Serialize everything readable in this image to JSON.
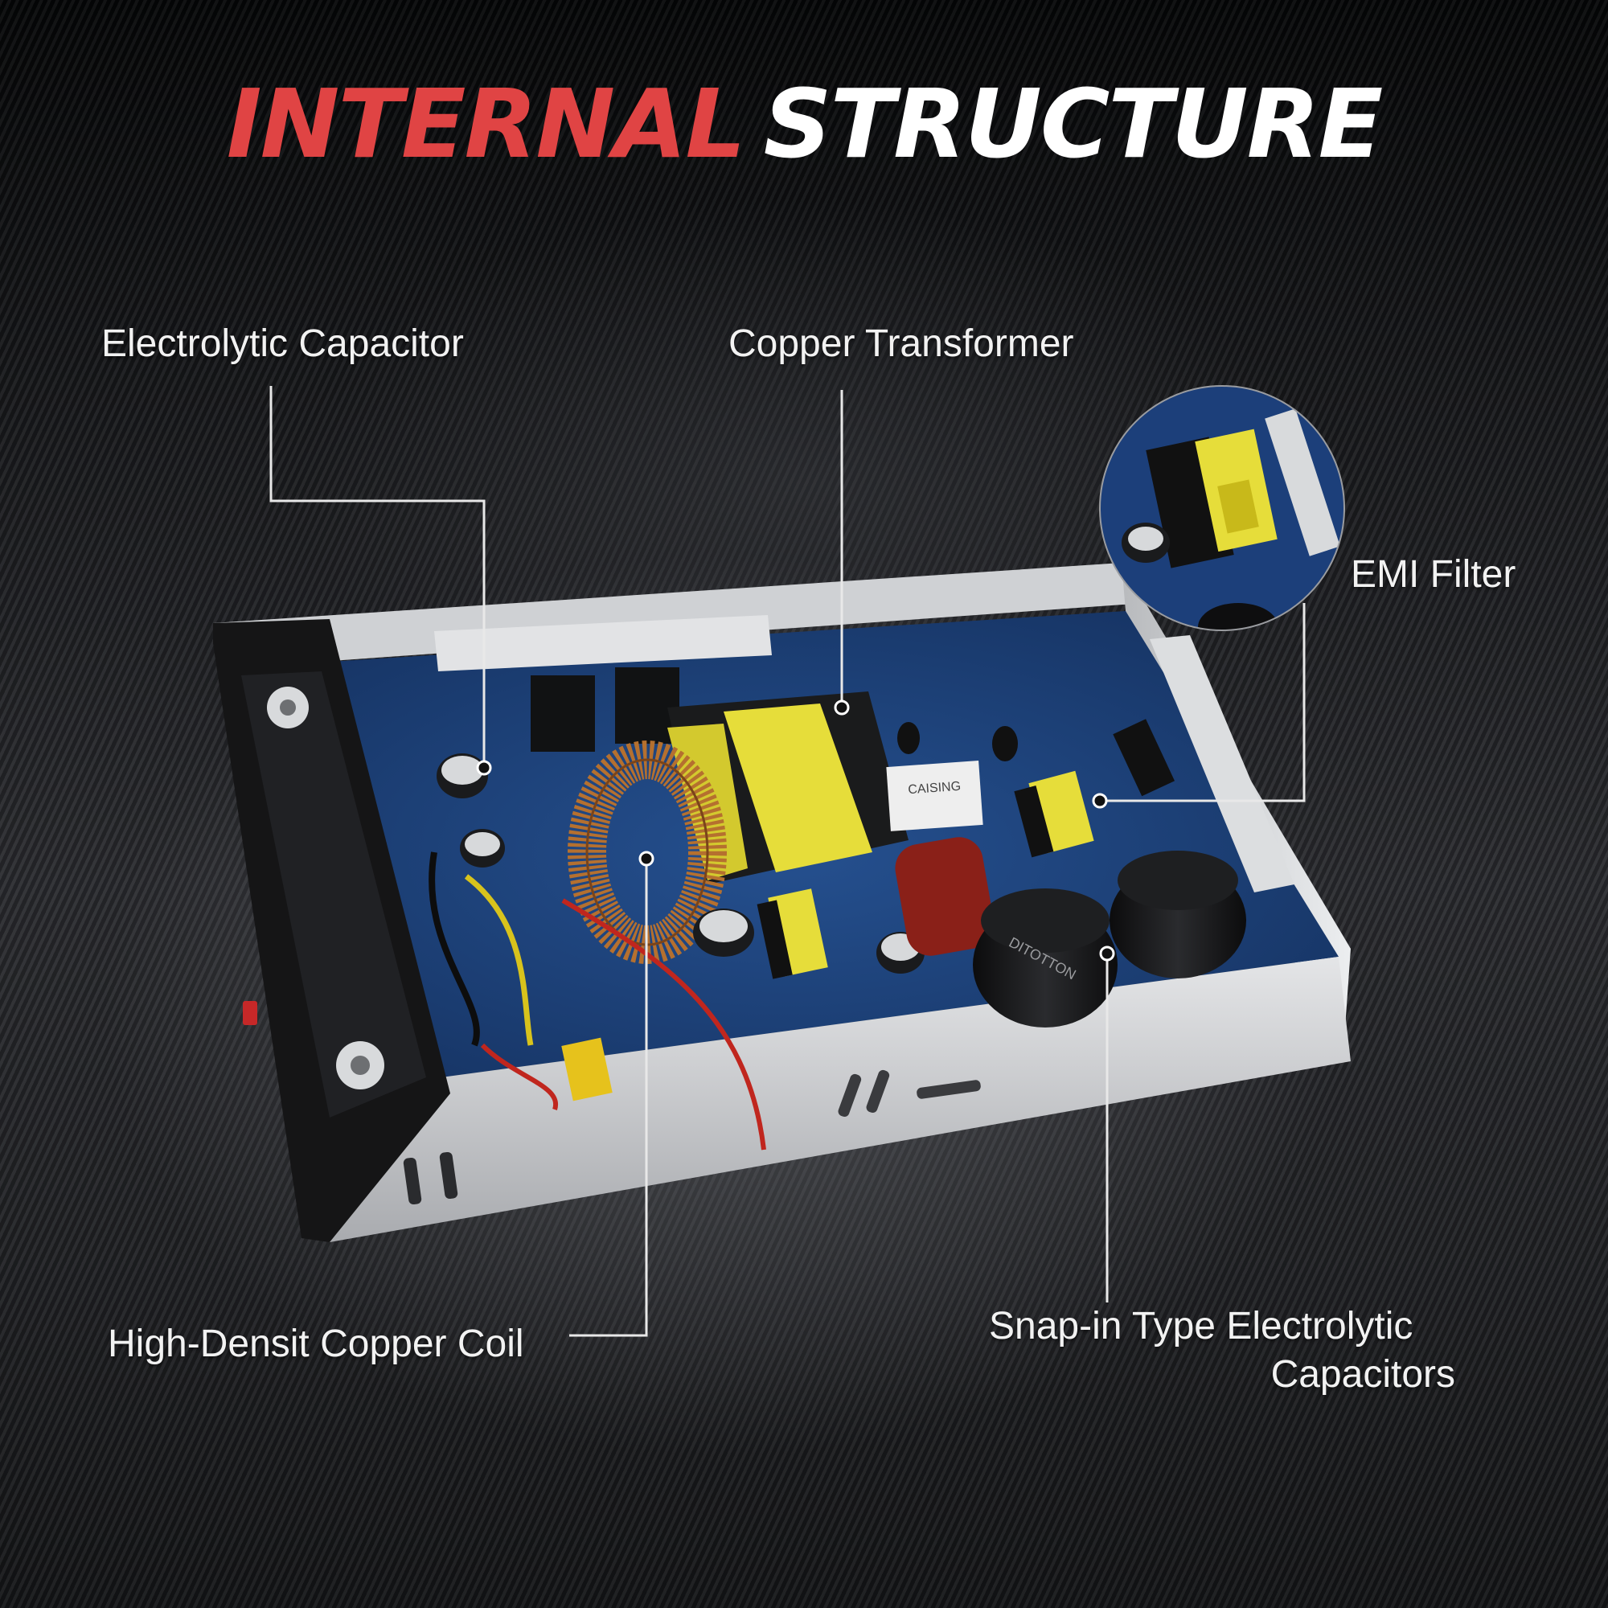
{
  "title": {
    "part1": "INTERNAL",
    "part2": "STRUCTURE",
    "part1_color": "#e04444",
    "part2_color": "#ffffff"
  },
  "callouts": {
    "electrolytic_capacitor": "Electrolytic Capacitor",
    "copper_transformer": "Copper Transformer",
    "emi_filter": "EMI Filter",
    "high_density_copper_coil": "High-Densit Copper Coil",
    "snap_in_capacitors_line1": "Snap-in Type Electrolytic",
    "snap_in_capacitors_line2": "Capacitors"
  },
  "component_text": {
    "transformer_tag": "CAISING",
    "capacitor_brand": "DITOTTON"
  },
  "colors": {
    "pcb": "#1c3f7a",
    "transformer_tape": "#e6dd3a",
    "housing": "#c9cbce",
    "leader_line": "#e8e8e8"
  }
}
